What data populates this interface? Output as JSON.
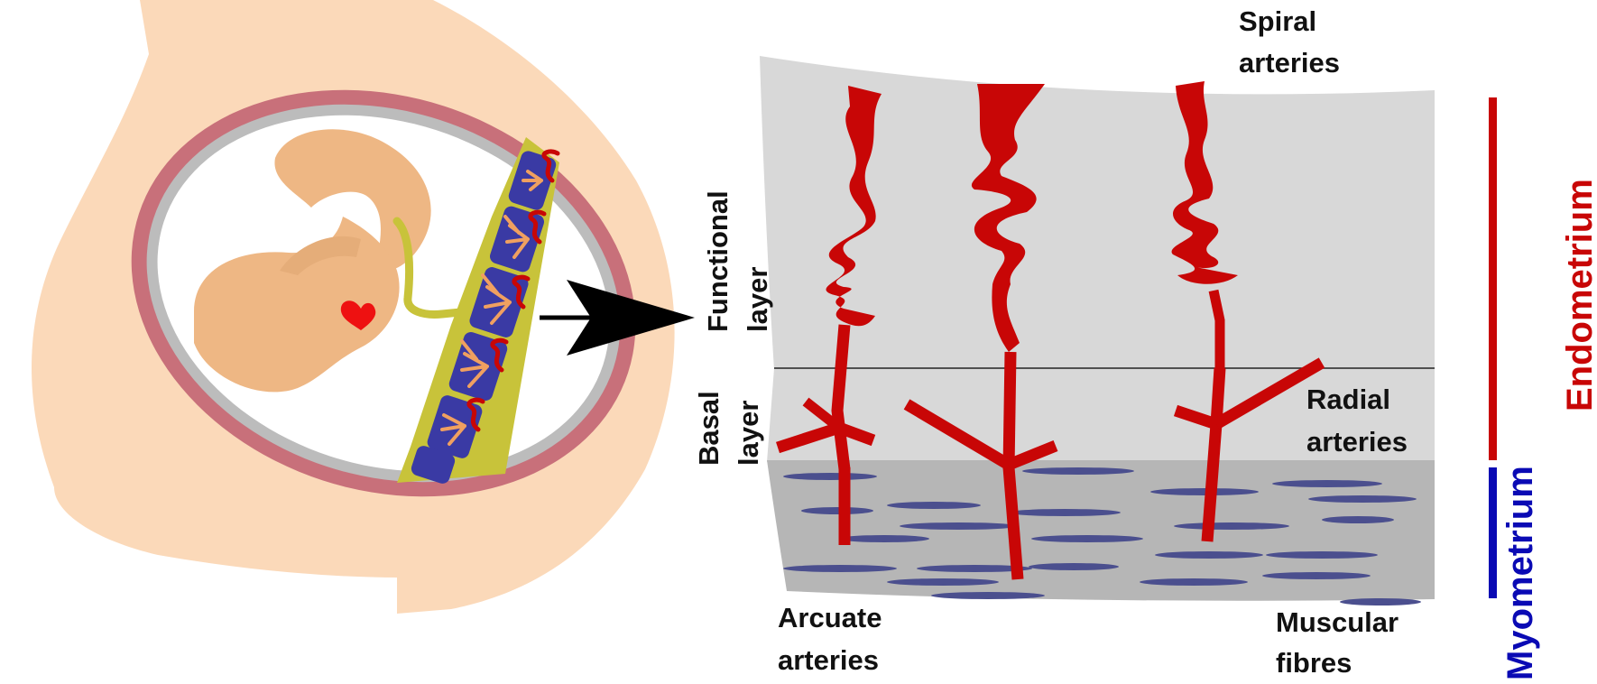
{
  "labels": {
    "spiral_1": "Spiral",
    "spiral_2": "arteries",
    "functional_1": "Functional",
    "functional_2": "layer",
    "basal_1": "Basal",
    "basal_2": "layer",
    "radial_1": "Radial",
    "radial_2": "arteries",
    "arcuate_1": "Arcuate",
    "arcuate_2": "arteries",
    "muscular_1": "Muscular",
    "muscular_2": "fibres",
    "endometrium": "Endometrium",
    "myometrium": "Myometrium"
  },
  "colors": {
    "skin": "#fbd9b9",
    "uterine_wall": "#c8707a",
    "membrane": "#bcbcbc",
    "fetus": "#eeb784",
    "heart": "#ee1111",
    "placenta": "#c8c33a",
    "lobule": "#3a3aa4",
    "artery": "#c80606",
    "functional_layer": "#d8d8d8",
    "myometrium_layer": "#b6b6b6",
    "muscle_fibre": "#4b4f8e",
    "endometrium_bar": "#c80606",
    "myometrium_bar": "#0a0ab4",
    "arrow": "#000000"
  },
  "icons": {
    "pointer": "arrow-right-icon",
    "heart": "heart-icon"
  }
}
